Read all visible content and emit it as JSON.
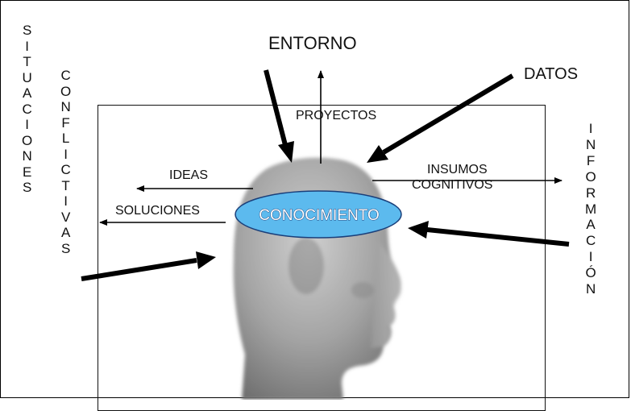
{
  "diagram": {
    "center_label": "CONOCIMIENTO",
    "labels": {
      "entorno": "ENTORNO",
      "datos": "DATOS",
      "proyectos": "PROYECTOS",
      "ideas": "IDEAS",
      "soluciones": "SOLUCIONES",
      "insumos_line1": "INSUMOS",
      "insumos_line2": "COGNITIVOS"
    },
    "vertical_labels": {
      "situaciones": [
        "S",
        "I",
        "T",
        "U",
        "A",
        "C",
        "I",
        "O",
        "N",
        "E",
        "S"
      ],
      "conflictivas": [
        "C",
        "O",
        "N",
        "F",
        "L",
        "I",
        "C",
        "T",
        "I",
        "V",
        "A",
        "S"
      ],
      "informacion": [
        "I",
        "N",
        "F",
        "O",
        "R",
        "M",
        "A",
        "C",
        "I",
        "Ó",
        "N"
      ]
    },
    "colors": {
      "ellipse_fill": "#5cbaee",
      "ellipse_stroke": "#1a3f7a",
      "arrow": "#000000"
    }
  }
}
